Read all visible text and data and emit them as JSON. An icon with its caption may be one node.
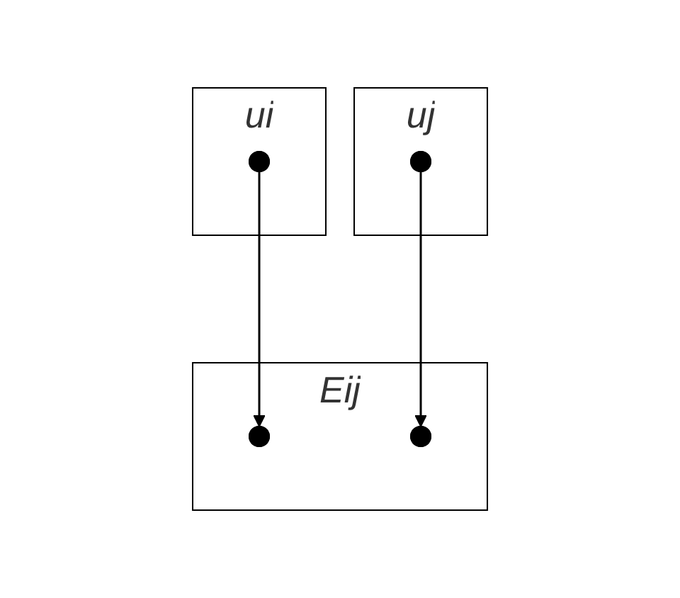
{
  "diagram": {
    "nodes": [
      {
        "text": [
          "ui"
        ]
      },
      {
        "text": [],
        "shape": "circle",
        "in": 0
      },
      {
        "text": [
          "uj"
        ]
      },
      {
        "text": [],
        "shape": "circle",
        "in": 2
      },
      {
        "text": [
          "Eij"
        ]
      },
      {
        "text": [],
        "shape": "circle",
        "in": 4
      },
      {
        "text": [],
        "shape": "circle",
        "in": 4
      }
    ],
    "edges": [
      {
        "from": 1,
        "to": 5,
        "arrow": "to"
      },
      {
        "from": 3,
        "to": 6,
        "arrow": "to"
      }
    ]
  }
}
